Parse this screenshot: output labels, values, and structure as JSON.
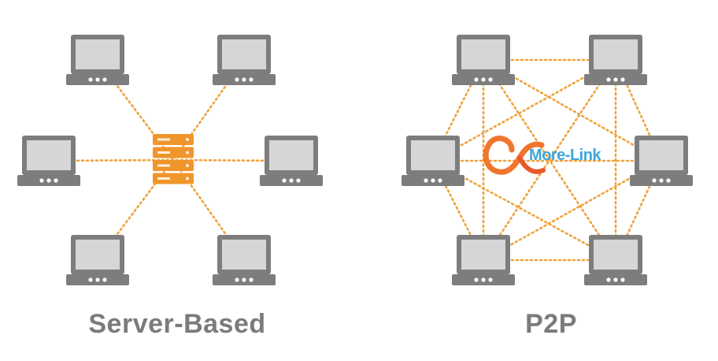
{
  "diagrams": [
    {
      "title": "Server-Based",
      "topology": "star",
      "nodes": 6,
      "center": "server-icon"
    },
    {
      "title": "P2P",
      "topology": "mesh",
      "nodes": 6
    }
  ],
  "watermark": {
    "text": "More-Link",
    "colors": {
      "ring": "#f0752f",
      "text": "#3ea6dc"
    }
  },
  "colors": {
    "laptop": "#7d7d7d",
    "screen": "#d6d6d6",
    "server": "#f0952b",
    "link": "#f0a23a",
    "caption": "#7b7b7b"
  },
  "icons": {
    "client": "laptop-icon",
    "server": "server-icon",
    "logo": "more-link-logo"
  }
}
